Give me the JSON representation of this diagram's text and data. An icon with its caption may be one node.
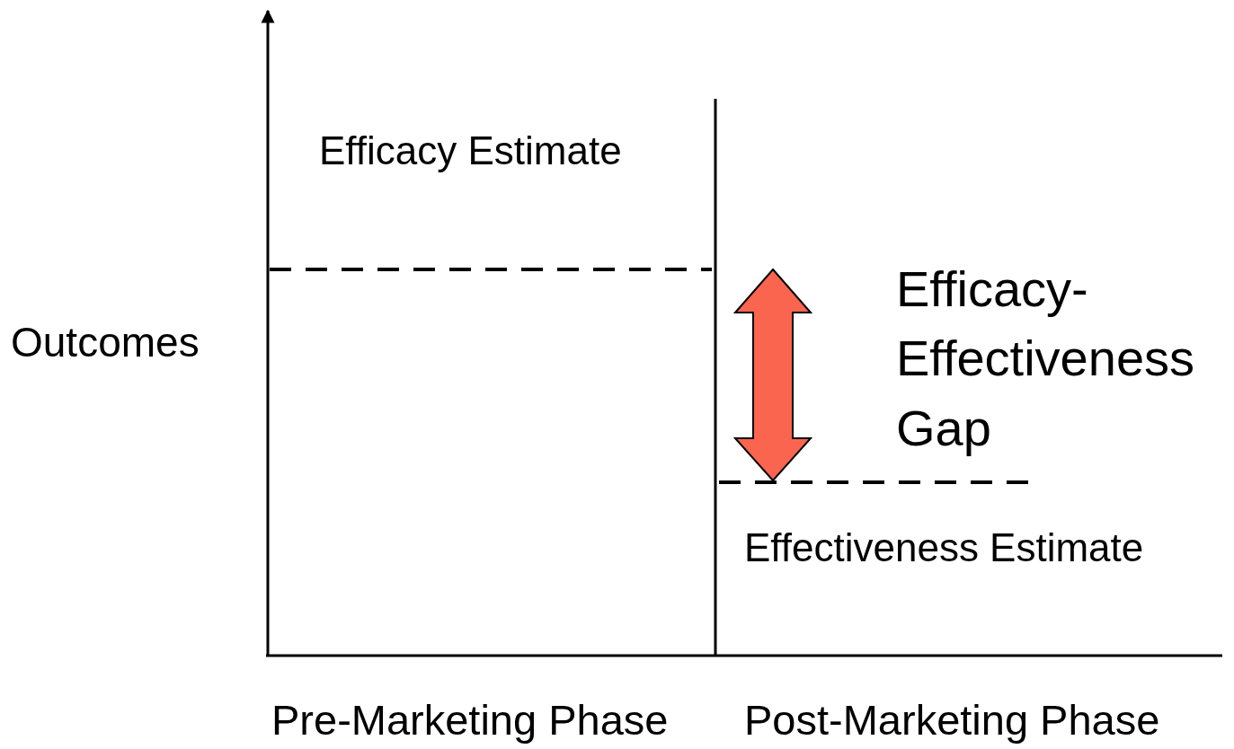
{
  "diagram": {
    "labels": [
      "Efficacy Estimate",
      "Outcomes",
      "Efficacy- Effectiveness Gap",
      "Effectiveness Estimate",
      "Pre-Marketing Phase",
      "Post-Marketing Phase"
    ]
  }
}
